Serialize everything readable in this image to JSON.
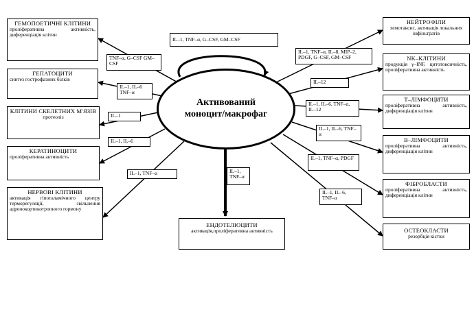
{
  "center": {
    "line1": "Активований",
    "line2": "моноцит/макрофаг"
  },
  "self_loop_label": "IL–1, TNF–α, G–CSF, GM–CSF",
  "targets": {
    "hemopoietic": {
      "title": "ГЕМОПОЕТИЧНІ КЛІТИНИ",
      "desc": "проліферативна активність, диференціація клітин"
    },
    "hepatocytes": {
      "title": "ГЕПАТОЦИТИ",
      "desc": "синтез гострофазних білків"
    },
    "skeletal_muscle": {
      "title": "КЛІТИНИ СКЕЛЕТНИХ М'ЯЗІВ",
      "desc": "протеоліз"
    },
    "keratinocytes": {
      "title": "КЕРАТИНОЦИТИ",
      "desc": "проліферативна активність"
    },
    "nerve_cells": {
      "title": "НЕРВОВІ КЛІТИНИ",
      "desc": "активація гіпоталамічного центру терморегуляції, звільнення адренокортикотропного гормону"
    },
    "endotheliocytes": {
      "title": "ЕНДОТЕЛІОЦИТИ",
      "desc": "активація,проліферативна активність"
    },
    "neutrophils": {
      "title": "НЕЙТРОФІЛИ",
      "desc": "хемотаксис, активація локальних інфільтратів"
    },
    "nk_cells": {
      "title": "NK–КЛІТИНИ",
      "desc": "продукція γ–INF, цитотоксичність, проліферативна активність"
    },
    "t_lymphocytes": {
      "title": "Т–ЛІМФОЦИТИ",
      "desc": "проліферативна активність, диференціація клітин"
    },
    "b_lymphocytes": {
      "title": "В–ЛІМФОЦИТИ",
      "desc": "проліферативна активність, диференціація клітин"
    },
    "fibroblasts": {
      "title": "ФІБРОБЛАСТИ",
      "desc": "проліферативна активність, диференціація клітин"
    },
    "osteoclasts": {
      "title": "ОСТЕОКЛАСТИ",
      "desc": "резорбція кістки"
    }
  },
  "edge_labels": {
    "hemopoietic": "TNF–α, G–CSF GM–CSF",
    "hepatocytes": "IL–1, IL–6 TNF–α",
    "skeletal_muscle": "IL–1",
    "keratinocytes": "IL–1, IL–6",
    "nerve_cells": "IL–1, TNF–α",
    "endotheliocytes": "IL–1, TNF–α",
    "neutrophils": "IL–1, TNF–α, IL–8, MIP–2, PDGF, G–CSF, GM–CSF",
    "nk_cells": "IL–12",
    "t_lymphocytes": "IL–1, IL–6, TNF–α, IL–12",
    "b_lymphocytes": "IL–1, IL–6, TNF–α",
    "fibroblasts": "IL–1, TNF–α, PDGF",
    "osteoclasts": "IL–1, IL–6, TNF–α"
  }
}
